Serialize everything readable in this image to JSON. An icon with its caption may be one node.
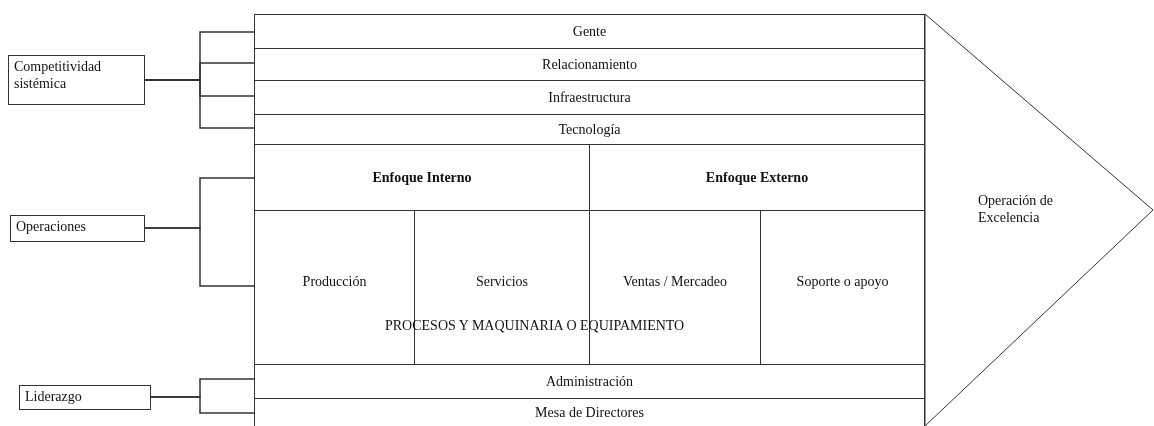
{
  "diagram": {
    "nodes": [
      {
        "text": [
          "Competitividad sistémica"
        ]
      },
      {
        "text": [
          "Operaciones"
        ]
      },
      {
        "text": [
          "Liderazgo"
        ]
      },
      {
        "text": [
          "Gente"
        ]
      },
      {
        "text": [
          "Relacionamiento"
        ]
      },
      {
        "text": [
          "Infraestructura"
        ]
      },
      {
        "text": [
          "Tecnología"
        ]
      },
      {
        "text": [
          "Enfoque Interno"
        ]
      },
      {
        "text": [
          "Enfoque Externo"
        ]
      },
      {
        "text": [
          "Producción"
        ]
      },
      {
        "text": [
          "Servicios"
        ]
      },
      {
        "text": [
          "Ventas / Mercadeo"
        ]
      },
      {
        "text": [
          "Soporte o apoyo"
        ]
      },
      {
        "text": [
          "Administración"
        ]
      },
      {
        "text": [
          "Mesa de Directores"
        ]
      },
      {
        "text": [
          "Operación de Excelencia"
        ]
      }
    ],
    "edges": [
      {
        "from": 0,
        "to": 3,
        "arrow": "none"
      },
      {
        "from": 0,
        "to": 4,
        "arrow": "none"
      },
      {
        "from": 0,
        "to": 5,
        "arrow": "none"
      },
      {
        "from": 0,
        "to": 6,
        "arrow": "none"
      },
      {
        "from": 1,
        "to": 7,
        "arrow": "none"
      },
      {
        "from": 1,
        "to": 9,
        "arrow": "none"
      },
      {
        "from": 2,
        "to": 13,
        "arrow": "none"
      },
      {
        "from": 2,
        "to": 14,
        "arrow": "none"
      }
    ],
    "labels": [
      "PROCESOS Y MAQUINARIA O EQUIPAMIENTO"
    ]
  }
}
